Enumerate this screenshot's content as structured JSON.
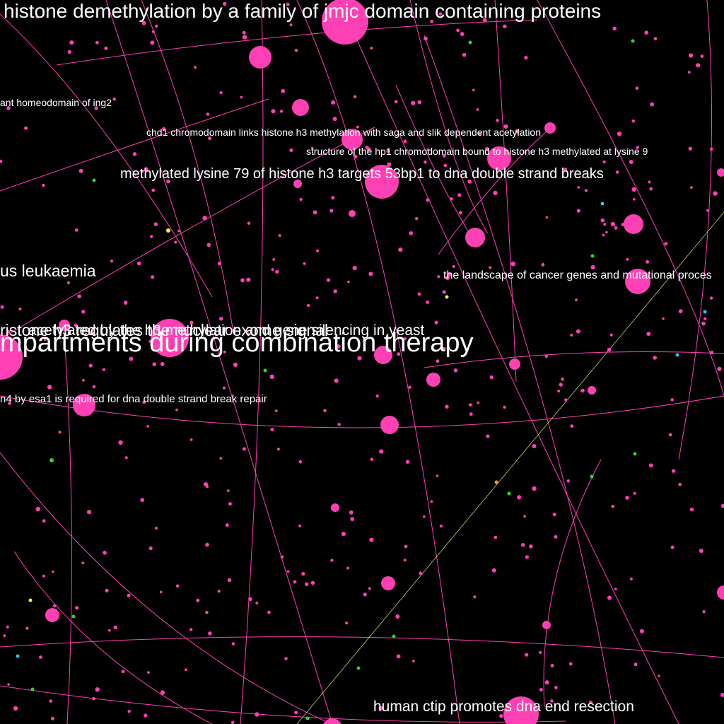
{
  "network": {
    "node_color": "#ff3fb4",
    "edge_color": "#ff3fb4",
    "secondary_edge_color": "#d8e87a",
    "accent_node_colors": [
      "#22dd22",
      "#22ccee",
      "#ffee44",
      "#ff9922"
    ],
    "background": "#000000",
    "labels": {
      "jmjc": "histone demethylation by a family of jmjc domain containing proteins",
      "ing2": "ant homeodomain of ing2",
      "chd1": "chd1 chromodomain links histone h3 methylation with saga and slik dependent acetylation",
      "hp1": "structure of the hp1 chromodomain bound to histone h3 methylated at lysine 9",
      "lysine79": "methylated lysine 79 of histone h3 targets 53bp1 to dna double strand breaks",
      "leukaemia": "us leukaemia",
      "cancer_genes": "the landscape of cancer genes and mutational proces",
      "overlap_a": "ristone h3 regulates the nuclear exome signal",
      "overlap_b": "acetylated by the h3 methylation and gene silencing in yeast",
      "combination": "mpartments during combination therapy",
      "esa1": "n4 by esa1 is required for dna double strand break repair",
      "ctip": "human ctip promotes dna end resection"
    }
  }
}
